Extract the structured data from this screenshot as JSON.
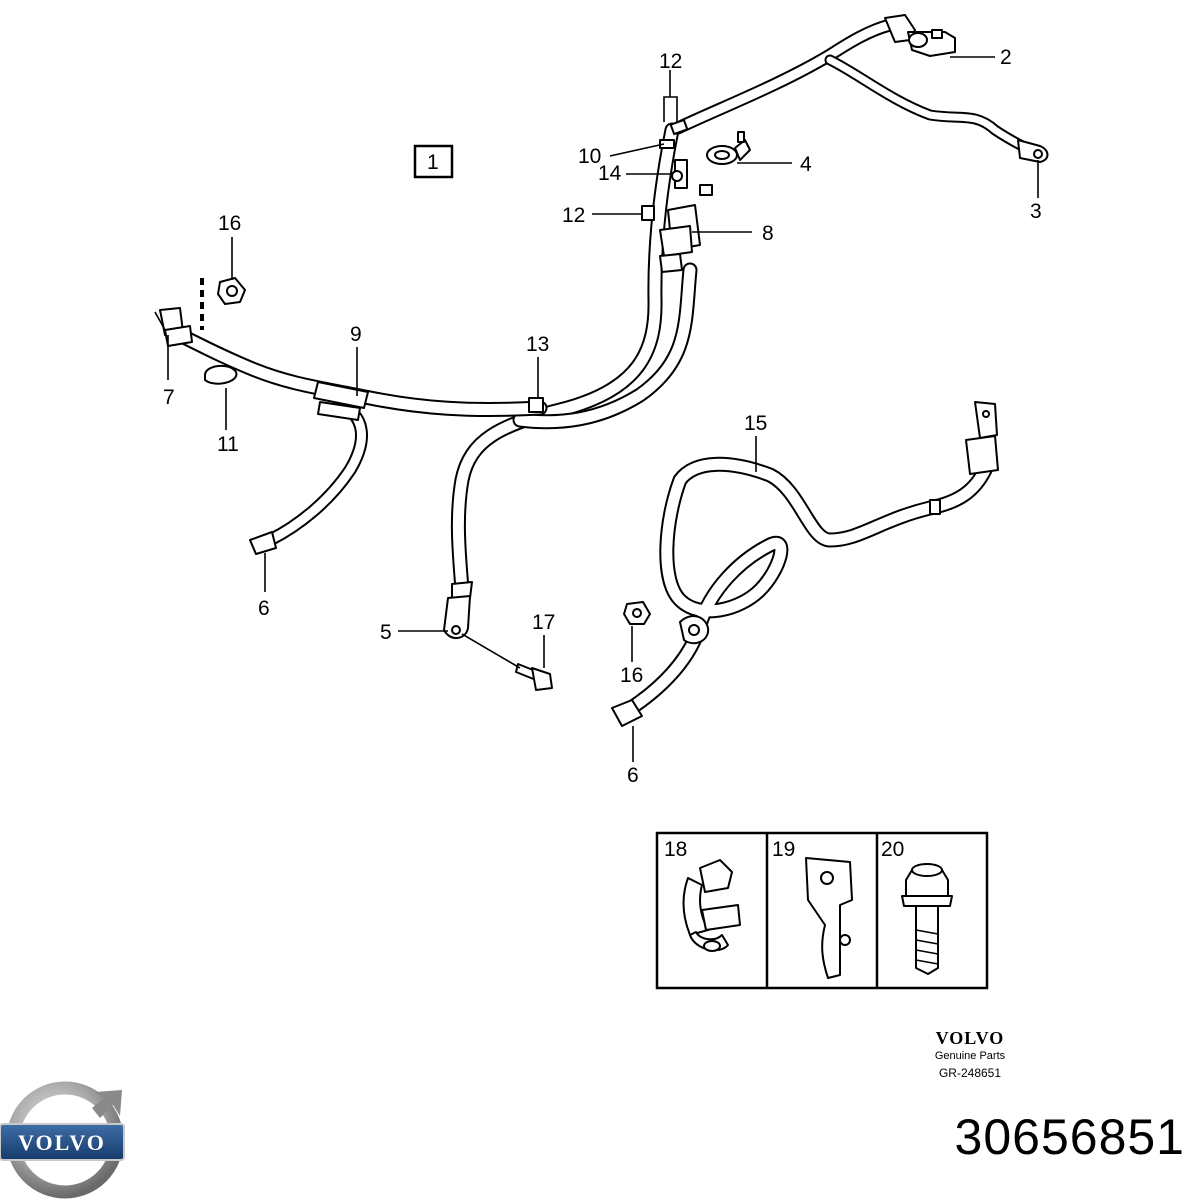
{
  "diagram": {
    "group_label": "1",
    "callouts": {
      "c2": "2",
      "c3": "3",
      "c4": "4",
      "c5": "5",
      "c6a": "6",
      "c6b": "6",
      "c7": "7",
      "c8": "8",
      "c9": "9",
      "c10": "10",
      "c11": "11",
      "c12a": "12",
      "c12b": "12",
      "c13": "13",
      "c14": "14",
      "c15": "15",
      "c16a": "16",
      "c16b": "16",
      "c17": "17"
    },
    "detail_panels": [
      {
        "label": "18",
        "icon": "clip-icon"
      },
      {
        "label": "19",
        "icon": "bracket-icon"
      },
      {
        "label": "20",
        "icon": "bolt-icon"
      }
    ]
  },
  "branding": {
    "logo_text": "VOLVO",
    "genuine_brand": "VOLVO",
    "genuine_sub": "Genuine Parts",
    "drawing_code": "GR-248651",
    "part_number": "30656851"
  }
}
